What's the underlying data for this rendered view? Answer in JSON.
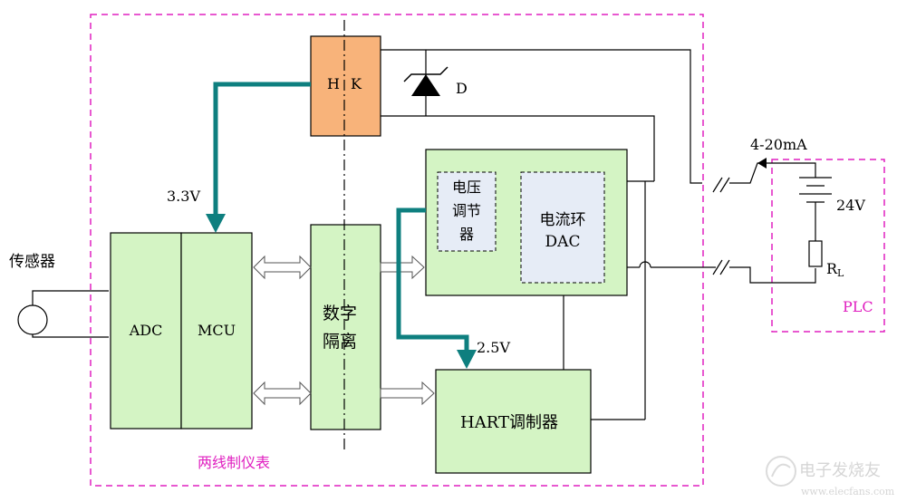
{
  "labels": {
    "hk_h": "H",
    "hk_k": "K",
    "diode": "D",
    "current_range": "4-20mA",
    "v33": "3.3V",
    "v24": "24V",
    "r_main": "R",
    "r_sub": "L",
    "sensor": "传感器",
    "adc": "ADC",
    "mcu": "MCU",
    "isolation_line1": "数字",
    "isolation_line2": "隔离",
    "vreg_line1": "电压",
    "vreg_line2": "调节",
    "vreg_line3": "器",
    "dac_line1": "电流环",
    "dac_line2": "DAC",
    "v25": "2.5V",
    "hart": "HART调制器",
    "instrument": "两线制仪表",
    "plc": "PLC",
    "watermark": "电子发烧友",
    "watermark_url": "www.elecfans.com"
  },
  "colors": {
    "instrument_border": "#e020c0",
    "plc_border": "#e020c0",
    "block_fill": "#d4f4c4",
    "hk_fill": "#f8b37a",
    "teal": "#0e7f7f",
    "inner_fill": "#e6ecf6"
  }
}
